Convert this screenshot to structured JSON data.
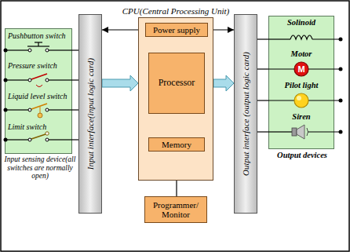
{
  "diagram": {
    "nodes": [
      {
        "text": [
          "Pushbutton switch",
          "Pressure switch",
          "Liquid level switch",
          "Limit switch",
          "Input sensing device(all switches are normally open)"
        ]
      },
      {
        "text": [
          "Input interface(input logic card)"
        ]
      },
      {
        "text": [
          "CPU(Central Processing Unit)"
        ]
      },
      {
        "text": [
          "Power supply"
        ],
        "in": 2
      },
      {
        "text": [
          "Processor"
        ],
        "in": 2
      },
      {
        "text": [
          "Memory"
        ],
        "in": 2
      },
      {
        "text": [
          "Programmer/ Monitor"
        ]
      },
      {
        "text": [
          "Output interface (output logic card)"
        ]
      },
      {
        "text": [
          "Solinoid",
          "Motor",
          "Pilot light",
          "Siren",
          "Output devices"
        ]
      }
    ],
    "edges": [
      {
        "from": 0,
        "to": 1,
        "arrow": "none"
      },
      {
        "from": 0,
        "to": 1,
        "arrow": "none"
      },
      {
        "from": 0,
        "to": 1,
        "arrow": "none"
      },
      {
        "from": 0,
        "to": 1,
        "arrow": "none"
      },
      {
        "from": 1,
        "to": 2,
        "arrow": "to"
      },
      {
        "from": 2,
        "to": 7,
        "arrow": "to"
      },
      {
        "from": 3,
        "to": 1,
        "arrow": "to"
      },
      {
        "from": 3,
        "to": 7,
        "arrow": "to"
      },
      {
        "from": 3,
        "to": 4,
        "arrow": "to"
      },
      {
        "from": 4,
        "to": 5,
        "arrow": "both"
      },
      {
        "from": 6,
        "to": 5,
        "arrow": "to"
      },
      {
        "from": 7,
        "to": 8,
        "arrow": "none"
      },
      {
        "from": 7,
        "to": 8,
        "arrow": "none"
      },
      {
        "from": 7,
        "to": 8,
        "arrow": "none"
      },
      {
        "from": 7,
        "to": 8,
        "arrow": "none"
      }
    ],
    "labels": [
      "M"
    ]
  }
}
